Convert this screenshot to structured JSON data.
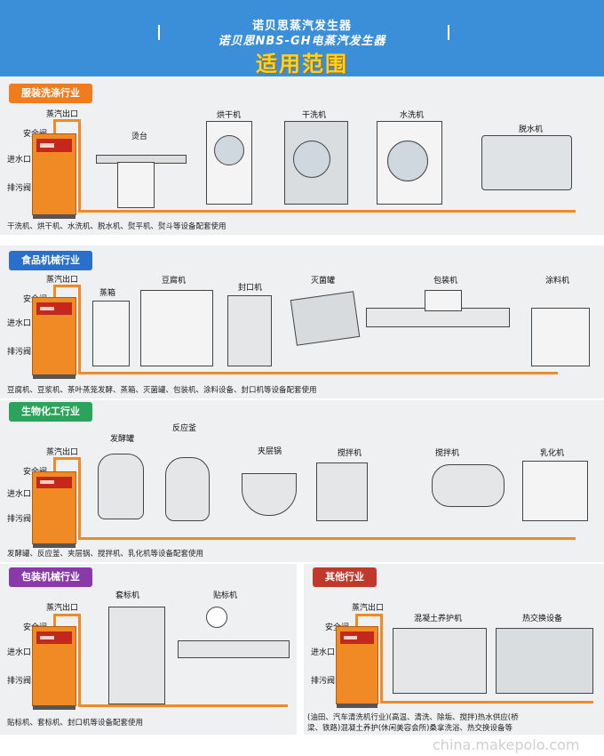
{
  "header": {
    "line1": "诺贝思蒸汽发生器",
    "line2": "诺贝思NBS-GH电蒸汽发生器",
    "title": "适用范围"
  },
  "common_labels": {
    "steam_outlet": "蒸汽出口",
    "safety_valve": "安全阀",
    "water_inlet": "进水口",
    "drain_valve": "排污阀"
  },
  "sections": [
    {
      "tag": "服装洗涤行业",
      "machines": [
        "烫台",
        "烘干机",
        "干洗机",
        "水洗机",
        "脱水机"
      ],
      "caption": "干洗机、烘干机、水洗机、脱水机、熨平机、熨斗等设备配套使用"
    },
    {
      "tag": "食品机械行业",
      "machines": [
        "蒸箱",
        "豆腐机",
        "封口机",
        "灭菌罐",
        "包装机",
        "涂料机"
      ],
      "caption": "豆腐机、豆浆机、茶叶蒸笼发酵、蒸箱、灭菌罐、包装机、涂料设备、封口机等设备配套使用"
    },
    {
      "tag": "生物化工行业",
      "machines": [
        "发酵罐",
        "反应釜",
        "夹层锅",
        "搅拌机",
        "搅拌机",
        "乳化机"
      ],
      "caption": "发酵罐、反应釜、夹层锅、搅拌机、乳化机等设备配套使用"
    }
  ],
  "bottom_left": {
    "tag": "包装机械行业",
    "machines": [
      "套标机",
      "贴标机"
    ],
    "caption": "贴标机、套标机、封口机等设备配套使用"
  },
  "bottom_right": {
    "tag": "其他行业",
    "machines": [
      "混凝土养护机",
      "热交换设备"
    ],
    "caption_line1": "(油田、汽车清洗机行业)(高温、清洗、除垢、搅拌)热水供应(桥",
    "caption_line2": "梁、铁路)混凝土养护(休闲美容会所)桑拿洗浴、热交换设备等"
  },
  "watermark": "china.makepolo.com",
  "colors": {
    "header_blue": "#3a8fd8",
    "title_yellow": "#ffd21f",
    "boiler_orange": "#f08a24",
    "panel_bg": "#eef0f1"
  }
}
